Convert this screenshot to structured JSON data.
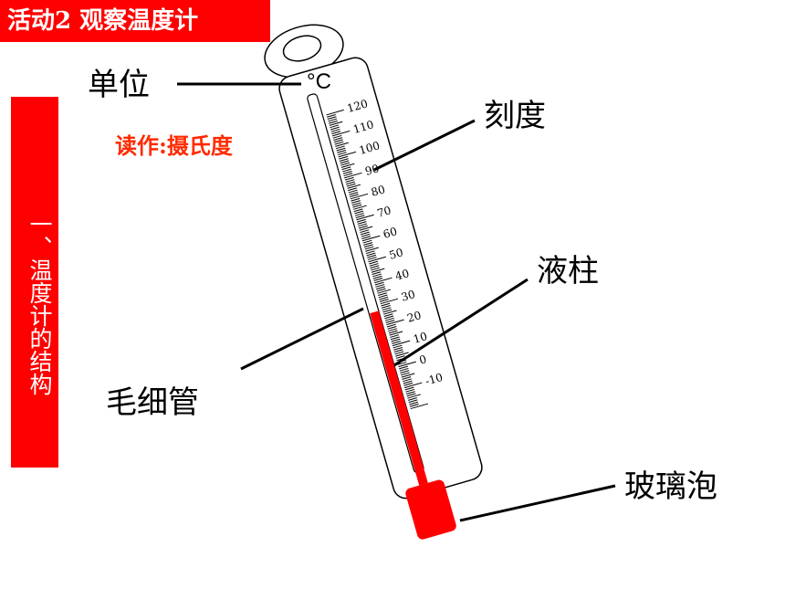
{
  "title": "活动2  观察温度计",
  "side_title": "一、温度计的结构",
  "labels": {
    "unit": "单位",
    "unit_symbol": "°C",
    "reading": "读作:摄氏度",
    "scale": "刻度",
    "liquid_column": "液柱",
    "capillary": "毛细管",
    "bulb": "玻璃泡"
  },
  "scale_labels": [
    "120",
    "110",
    "100",
    "90",
    "80",
    "70",
    "60",
    "50",
    "40",
    "30",
    "20",
    "10",
    "0",
    "-10"
  ],
  "colors": {
    "banner": "#ff0000",
    "liquid": "#ff0000",
    "reading_text": "#ff2a00"
  }
}
